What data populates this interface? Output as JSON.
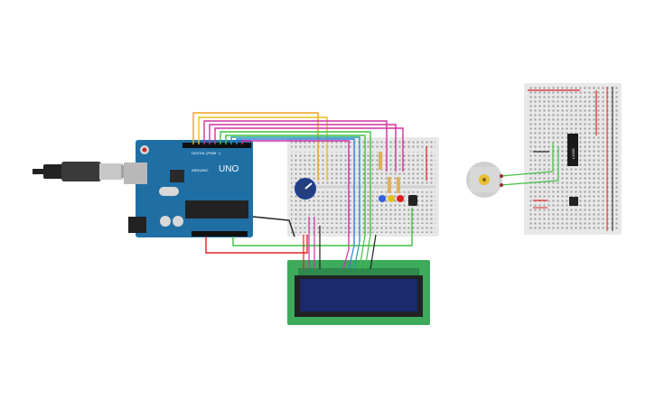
{
  "arduino": {
    "model_label": "UNO",
    "brand_label": "ARDUINO",
    "header_label": "DIGITAL (PWM ~)"
  },
  "motor_driver": {
    "chip_label": "L293D"
  },
  "colors": {
    "board_blue": "#1f6fa5",
    "breadboard": "#e8e8e8",
    "lcd_pcb": "#3daa5c",
    "lcd_screen": "#1a2a6b",
    "wire_orange": "#f0a020",
    "wire_yellow": "#e8c020",
    "wire_magenta": "#d030a0",
    "wire_green": "#40c040",
    "wire_teal": "#20a0a0",
    "wire_blue": "#3080e0",
    "wire_red": "#e02020",
    "wire_black": "#202020",
    "led_blue": "#3060e0",
    "led_yellow": "#e0c020",
    "led_red": "#e02020"
  }
}
